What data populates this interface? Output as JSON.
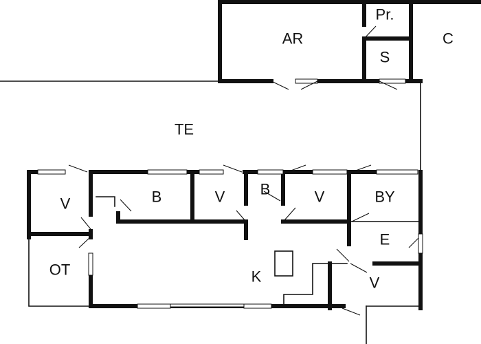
{
  "plan": {
    "rooms": {
      "ar": "AR",
      "pr": "Pr.",
      "s": "S",
      "c": "C",
      "te": "TE",
      "v1": "V",
      "b1": "B",
      "v2": "V",
      "b2": "B",
      "v3": "V",
      "by": "BY",
      "e": "E",
      "ot": "OT",
      "k": "K",
      "v4": "V"
    }
  }
}
